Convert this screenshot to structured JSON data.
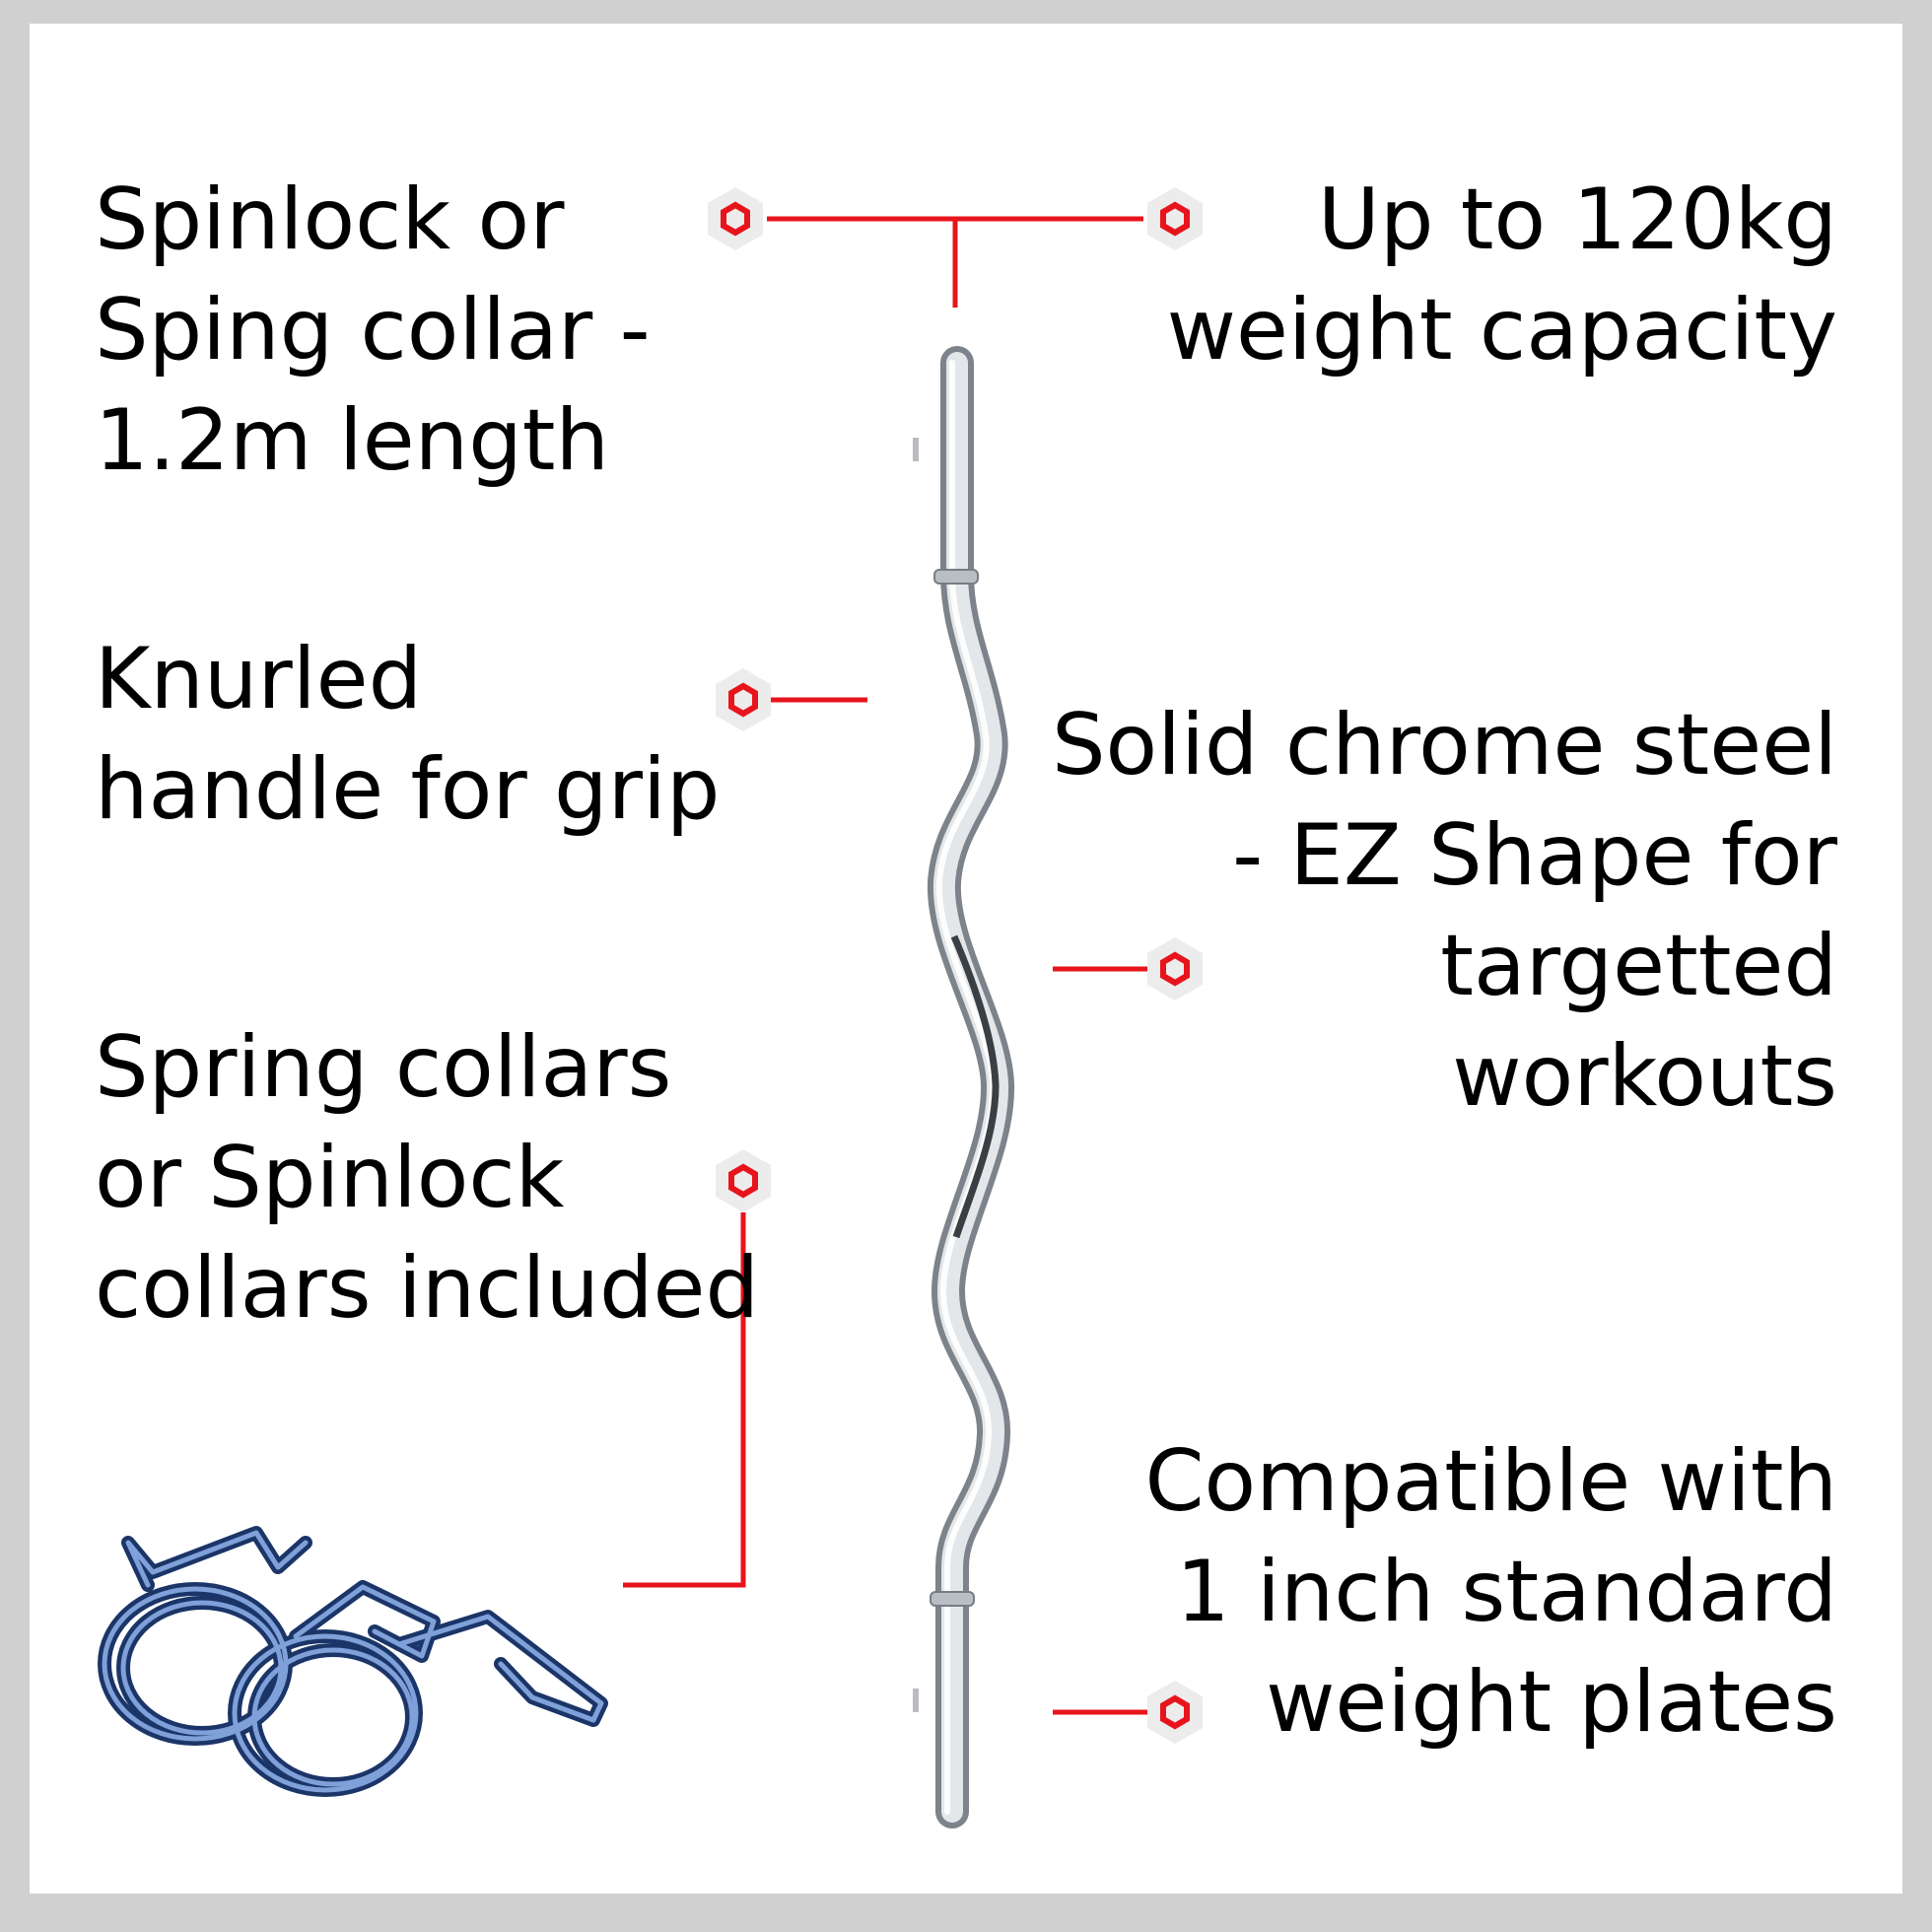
{
  "colors": {
    "background": "#ffffff",
    "border": "#d0d0d0",
    "accent": "#e8141c",
    "text": "#000000",
    "steel": "#c9cdd2",
    "spring": "#2d4f8c"
  },
  "icons": {
    "marker": "hexagon-marker-icon",
    "bar": "ez-curl-bar",
    "collars": "spring-collars"
  },
  "features": {
    "collar_length": {
      "lines": [
        "Spinlock or",
        "Sping collar -",
        "1.2m length"
      ]
    },
    "weight_capacity": {
      "lines": [
        "Up to 120kg",
        "weight capacity"
      ]
    },
    "knurled_handle": {
      "lines": [
        "Knurled",
        "handle for grip"
      ]
    },
    "chrome_steel": {
      "lines": [
        "Solid chrome steel",
        "- EZ Shape for",
        "targetted",
        "workouts"
      ]
    },
    "collars_included": {
      "lines": [
        "Spring collars",
        "or Spinlock",
        "collars included"
      ]
    },
    "compatibility": {
      "lines": [
        "Compatible with",
        "1 inch standard",
        "weight plates"
      ]
    }
  }
}
